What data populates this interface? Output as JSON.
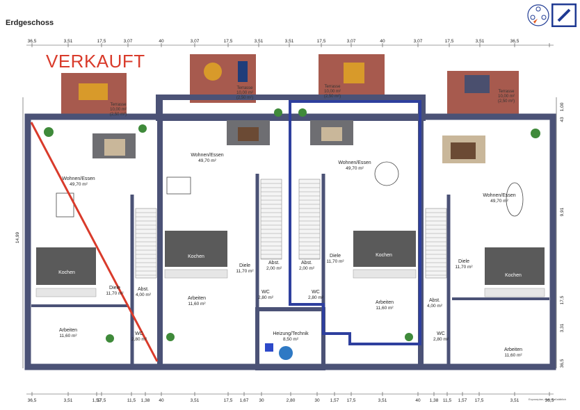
{
  "title": "Erdgeschoss",
  "sold_label": "VERKAUFT",
  "footnote": "Exposeplan, nicht maßstäblich",
  "dims_top": [
    "36,5",
    "3,51",
    "17,5",
    "3,07",
    "40",
    "3,07",
    "17,5",
    "3,51",
    "3,51",
    "17,5",
    "3,07",
    "40",
    "3,07",
    "17,5",
    "3,51",
    "36,5"
  ],
  "dims_bottom": [
    "36,5",
    "3,51",
    "1,57",
    "17,5",
    "11,5",
    "1,38",
    "40",
    "3,51",
    "17,5",
    "1,67",
    "30",
    "2,80",
    "30",
    "1,57",
    "17,5",
    "3,51",
    "40",
    "1,38",
    "11,5",
    "1,57",
    "17,5",
    "3,51",
    "36,5"
  ],
  "dim_left": "14,99",
  "dims_right": [
    "1,00",
    "43",
    "9,91",
    "17,5",
    "3,31",
    "36,5"
  ],
  "terraces": [
    {
      "name": "Terrasse",
      "area": "10,00 m²",
      "pct": "(2,50 m²)"
    },
    {
      "name": "Terrasse",
      "area": "10,00 m²",
      "pct": "(2,50 m²)"
    },
    {
      "name": "Terrasse",
      "area": "10,00 m²",
      "pct": "(2,50 m²)"
    },
    {
      "name": "Terrasse",
      "area": "10,00 m²",
      "pct": "(2,50 m²)"
    }
  ],
  "rooms": {
    "u1": {
      "wohnen": "Wohnen/Essen",
      "wohnen_a": "49,70 m²",
      "kochen": "Kochen",
      "diele": "Diele",
      "diele_a": "11,70 m²",
      "abst": "Abst.",
      "abst_a": "4,00 m²",
      "arbeiten": "Arbeiten",
      "arbeiten_a": "11,60 m²",
      "wc": "WC",
      "wc_a": "2,80 m²"
    },
    "u2": {
      "wohnen": "Wohnen/Essen",
      "wohnen_a": "49,70 m²",
      "kochen": "Kochen",
      "diele": "Diele",
      "diele_a": "11,70 m²",
      "abst": "Abst.",
      "abst_a": "2,00 m²",
      "arbeiten": "Arbeiten",
      "arbeiten_a": "11,60 m²",
      "wc": "WC",
      "wc_a": "2,80 m²"
    },
    "u3": {
      "wohnen": "Wohnen/Essen",
      "wohnen_a": "49,70 m²",
      "kochen": "Kochen",
      "diele": "Diele",
      "diele_a": "11,70 m²",
      "abst": "Abst.",
      "abst_a": "2,00 m²",
      "arbeiten": "Arbeiten",
      "arbeiten_a": "11,60 m²",
      "wc": "WC",
      "wc_a": "2,80 m²"
    },
    "u4": {
      "wohnen": "Wohnen/Essen",
      "wohnen_a": "49,70 m²",
      "kochen": "Kochen",
      "diele": "Diele",
      "diele_a": "11,70 m²",
      "abst": "Abst.",
      "abst_a": "4,00 m²",
      "arbeiten": "Arbeiten",
      "arbeiten_a": "11,60 m²",
      "wc": "WC",
      "wc_a": "2,80 m²"
    },
    "heizung": {
      "name": "Heizung/Technik",
      "area": "8,50 m²"
    }
  },
  "colors": {
    "wall": "#4b5276",
    "terrace": "#a75a4e",
    "highlight": "#2e3f9e",
    "sold": "#d93b2b",
    "kitchen": "#5a5a5a",
    "floor": "#ffffff"
  }
}
